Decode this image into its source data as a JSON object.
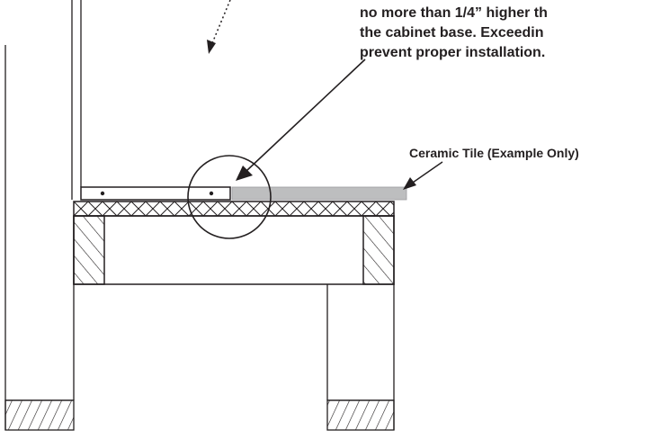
{
  "note": {
    "lines": [
      "no more than 1/4” higher th",
      "the cabinet base. Exceedin",
      "prevent proper installation."
    ]
  },
  "labels": {
    "tile": "Ceramic Tile (Example Only)"
  },
  "colors": {
    "ink": "#231f20",
    "tile_fill": "#bdbebf"
  }
}
